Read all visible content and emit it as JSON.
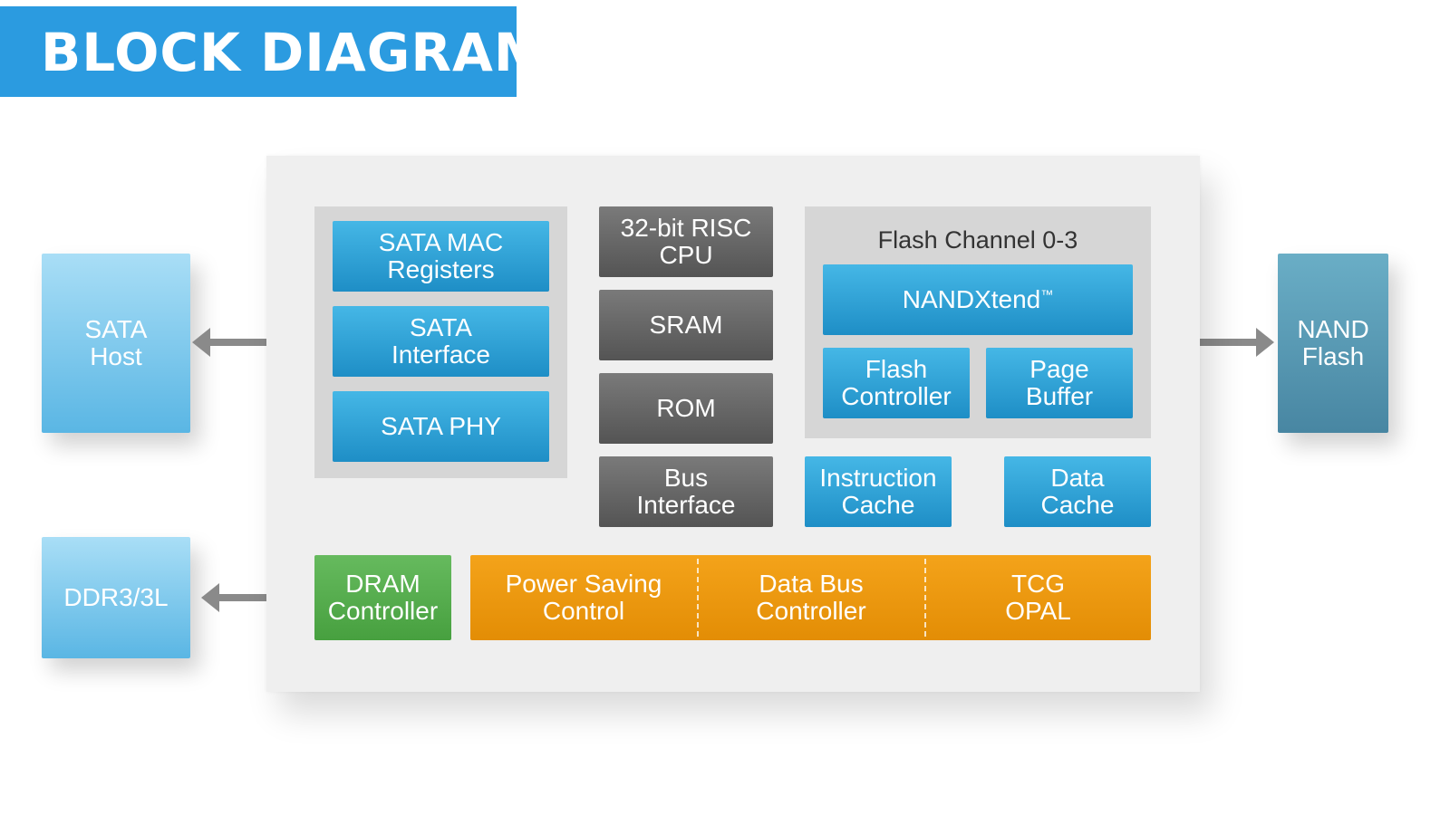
{
  "title": "BLOCK DIAGRAM",
  "external": {
    "sata_host": "SATA\nHost",
    "ddr": "DDR3/3L",
    "nand_flash": "NAND\nFlash"
  },
  "sata_group": {
    "mac_registers": "SATA MAC\nRegisters",
    "interface": "SATA\nInterface",
    "phy": "SATA PHY"
  },
  "core": {
    "cpu": "32-bit RISC\nCPU",
    "sram": "SRAM",
    "rom": "ROM",
    "bus_interface": "Bus\nInterface"
  },
  "flash_channel": {
    "title": "Flash Channel 0-3",
    "nandxtend": "NANDXtend",
    "nandxtend_mark": "™",
    "flash_controller": "Flash\nController",
    "page_buffer": "Page\nBuffer"
  },
  "caches": {
    "instruction": "Instruction\nCache",
    "data": "Data\nCache"
  },
  "bottom_row": {
    "dram_controller": "DRAM\nController",
    "power_saving": "Power Saving\nControl",
    "data_bus": "Data Bus\nController",
    "tcg": "TCG\nOPAL"
  },
  "colors": {
    "banner": "#2b9be0",
    "block_blue": "#2fa2d6",
    "block_gray": "#616161",
    "dram_green": "#52aa49",
    "security_orange": "#ec9a0c",
    "nand_teal": "#5898b4",
    "arrow": "#8a8a8a"
  }
}
